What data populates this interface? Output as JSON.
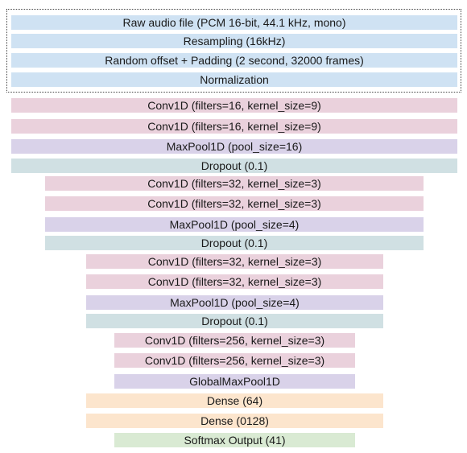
{
  "preprocessing": [
    {
      "label": "Raw audio file (PCM 16-bit, 44.1 kHz, mono)",
      "kind": "preprocessing",
      "color": "#cfe2f3"
    },
    {
      "label": "Resampling (16kHz)",
      "kind": "preprocessing",
      "color": "#cfe2f3"
    },
    {
      "label": "Random offset + Padding (2 second, 32000 frames)",
      "kind": "preprocessing",
      "color": "#cfe2f3"
    },
    {
      "label": "Normalization",
      "kind": "preprocessing",
      "color": "#cfe2f3"
    }
  ],
  "layers": [
    {
      "label": "Conv1D (filters=16, kernel_size=9)",
      "kind": "conv",
      "color": "#ead1dc"
    },
    {
      "label": "Conv1D (filters=16, kernel_size=9)",
      "kind": "conv",
      "color": "#ead1dc"
    },
    {
      "label": "MaxPool1D (pool_size=16)",
      "kind": "pool",
      "color": "#d9d2e9"
    },
    {
      "label": "Dropout (0.1)",
      "kind": "dropout",
      "color": "#d0e0e3"
    },
    {
      "label": "Conv1D (filters=32, kernel_size=3)",
      "kind": "conv",
      "color": "#ead1dc"
    },
    {
      "label": "Conv1D (filters=32, kernel_size=3)",
      "kind": "conv",
      "color": "#ead1dc"
    },
    {
      "label": "MaxPool1D (pool_size=4)",
      "kind": "pool",
      "color": "#d9d2e9"
    },
    {
      "label": "Dropout (0.1)",
      "kind": "dropout",
      "color": "#d0e0e3"
    },
    {
      "label": "Conv1D (filters=32, kernel_size=3)",
      "kind": "conv",
      "color": "#ead1dc"
    },
    {
      "label": "Conv1D (filters=32, kernel_size=3)",
      "kind": "conv",
      "color": "#ead1dc"
    },
    {
      "label": "MaxPool1D (pool_size=4)",
      "kind": "pool",
      "color": "#d9d2e9"
    },
    {
      "label": "Dropout (0.1)",
      "kind": "dropout",
      "color": "#d0e0e3"
    },
    {
      "label": "Conv1D (filters=256, kernel_size=3)",
      "kind": "conv",
      "color": "#ead1dc"
    },
    {
      "label": "Conv1D (filters=256, kernel_size=3)",
      "kind": "conv",
      "color": "#ead1dc"
    },
    {
      "label": "GlobalMaxPool1D",
      "kind": "pool",
      "color": "#d9d2e9"
    },
    {
      "label": "Dense (64)",
      "kind": "dense",
      "color": "#fce5cd"
    },
    {
      "label": "Dense (0128)",
      "kind": "dense",
      "color": "#fce5cd"
    },
    {
      "label": "Softmax Output (41)",
      "kind": "output",
      "color": "#d9ead3"
    }
  ]
}
